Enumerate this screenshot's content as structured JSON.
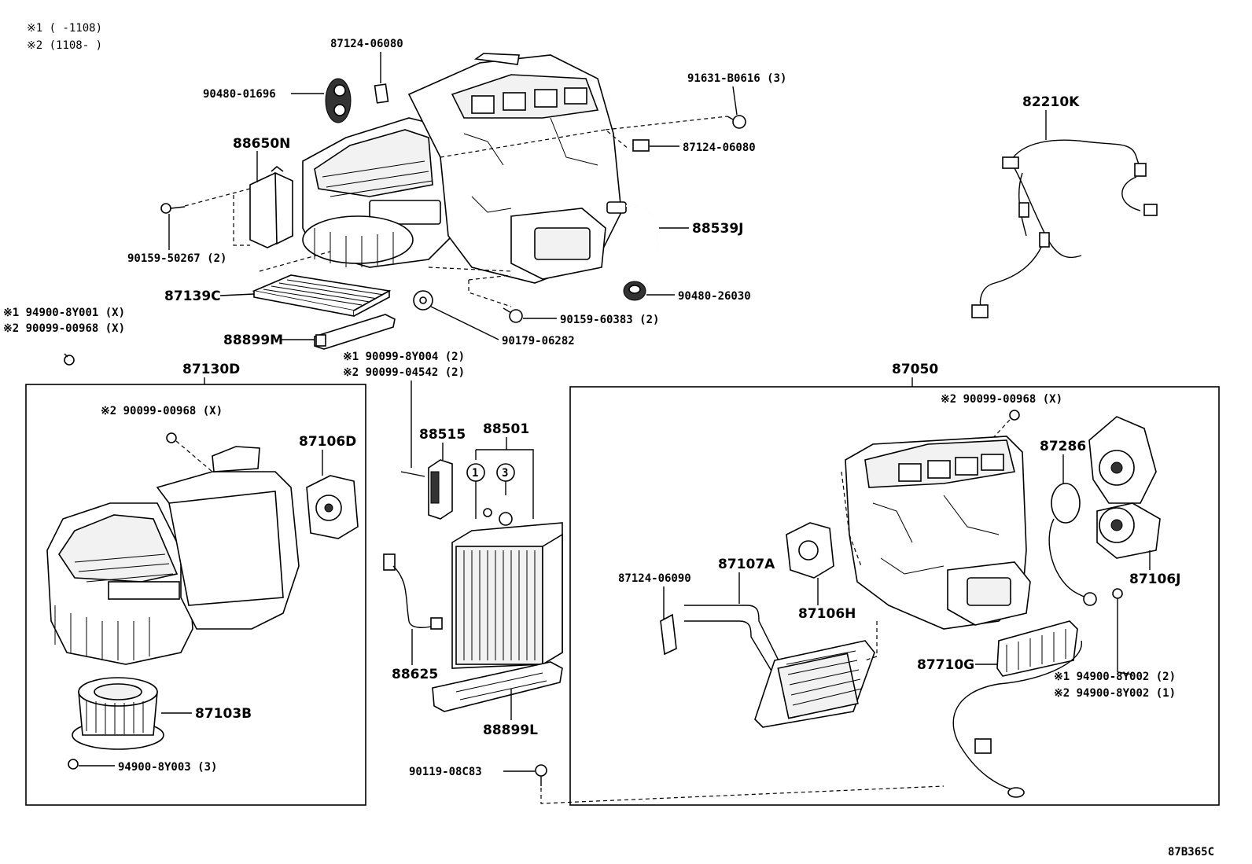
{
  "notes": {
    "note1": "※1 (      -1108)",
    "note2": "※2 (1108-      )"
  },
  "labels": {
    "p_87124_06080_top": "87124-06080",
    "p_90480_01696": "90480-01696",
    "p_88650N": "88650N",
    "p_91631_B0616": "91631-B0616 (3)",
    "p_87124_06080_right": "87124-06080",
    "p_82210K": "82210K",
    "p_88539J": "88539J",
    "p_90159_50267": "90159-50267 (2)",
    "p_87139C": "87139C",
    "p_90480_26030": "90480-26030",
    "p_90159_60383": "90159-60383 (2)",
    "p_88899M": "88899M",
    "p_90179_06282": "90179-06282",
    "p_94900_8Y001": "※1 94900-8Y001 (X)",
    "p_90099_00968_left": "※2 90099-00968 (X)",
    "p_87130D": "87130D",
    "p_90099_8Y004": "※1 90099-8Y004 (2)",
    "p_90099_04542": "※2 90099-04542 (2)",
    "p_87050": "87050",
    "p_90099_00968_box1": "※2 90099-00968 (X)",
    "p_87106D": "87106D",
    "p_88515": "88515",
    "p_88501": "88501",
    "p_circ1": "1",
    "p_circ3": "3",
    "p_90099_00968_box2": "※2 90099-00968 (X)",
    "p_87286": "87286",
    "p_87124_06090": "87124-06090",
    "p_87107A": "87107A",
    "p_87106H": "87106H",
    "p_87106J": "87106J",
    "p_88625": "88625",
    "p_87710G": "87710G",
    "p_94900_8Y002_a": "※1 94900-8Y002 (2)",
    "p_94900_8Y002_b": "※2 94900-8Y002 (1)",
    "p_87103B": "87103B",
    "p_88899L": "88899L",
    "p_94900_8Y003": "94900-8Y003 (3)",
    "p_90119_08C83": "90119-08C83",
    "figure_code": "87B365C"
  }
}
